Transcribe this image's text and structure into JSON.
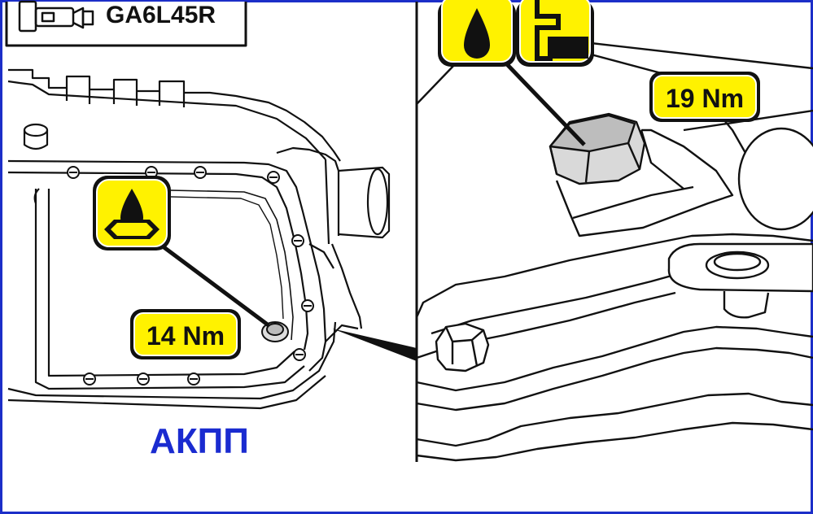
{
  "header": {
    "model_code": "GA6L45R"
  },
  "callouts": {
    "drain_plug_torque": "14 Nm",
    "fill_plug_torque": "19 Nm"
  },
  "caption": "АКПП",
  "icons": {
    "drain": "oil-drain-pan-icon",
    "fluid": "oil-drop-icon",
    "level": "fluid-level-pipe-icon",
    "transmission": "transmission-icon"
  },
  "colors": {
    "frame": "#1c2ec8",
    "badge_yellow": "#fff200",
    "caption": "#1a2bd0",
    "ink": "#111111"
  }
}
